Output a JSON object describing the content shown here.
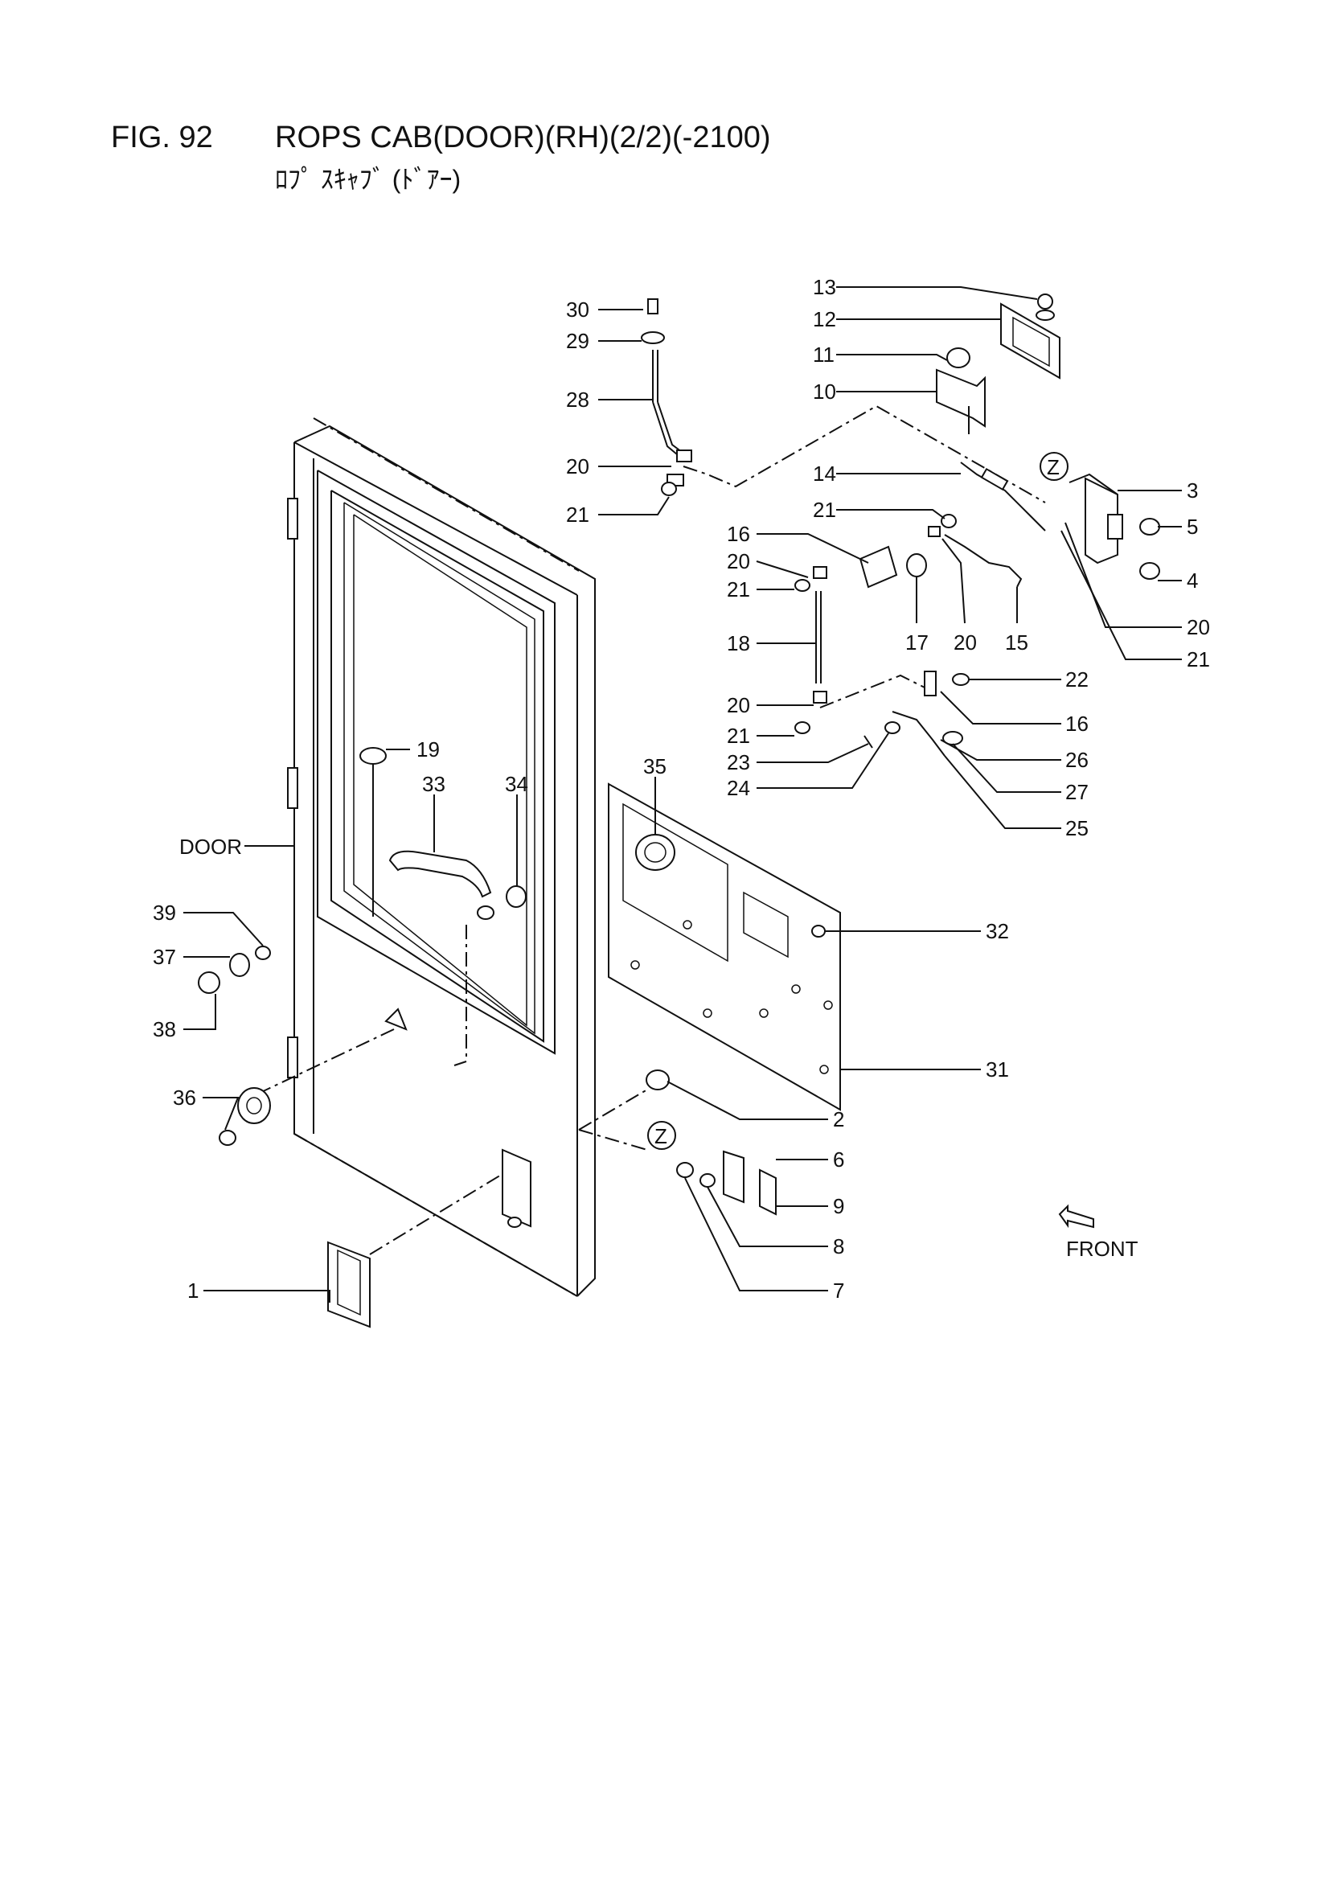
{
  "figure": {
    "number": "FIG. 92",
    "title": "ROPS CAB(DOOR)(RH)(2/2)(-2100)",
    "subtitle": "ﾛﾌﾟ ｽｷｬﾌﾞ (ﾄﾞｱｰ)"
  },
  "labels": {
    "door": "DOOR",
    "front": "FRONT",
    "view_z": "Z"
  },
  "callouts": [
    {
      "id": "c30",
      "text": "30"
    },
    {
      "id": "c29",
      "text": "29"
    },
    {
      "id": "c28",
      "text": "28"
    },
    {
      "id": "c20a",
      "text": "20"
    },
    {
      "id": "c21a",
      "text": "21"
    },
    {
      "id": "c13",
      "text": "13"
    },
    {
      "id": "c12",
      "text": "12"
    },
    {
      "id": "c11",
      "text": "11"
    },
    {
      "id": "c10",
      "text": "10"
    },
    {
      "id": "c14",
      "text": "14"
    },
    {
      "id": "c3",
      "text": "3"
    },
    {
      "id": "c5",
      "text": "5"
    },
    {
      "id": "c4",
      "text": "4"
    },
    {
      "id": "c21b",
      "text": "21"
    },
    {
      "id": "c16a",
      "text": "16"
    },
    {
      "id": "c20b",
      "text": "20"
    },
    {
      "id": "c21c",
      "text": "21"
    },
    {
      "id": "c17",
      "text": "17"
    },
    {
      "id": "c20c",
      "text": "20"
    },
    {
      "id": "c15",
      "text": "15"
    },
    {
      "id": "c20d",
      "text": "20"
    },
    {
      "id": "c21d",
      "text": "21"
    },
    {
      "id": "c18",
      "text": "18"
    },
    {
      "id": "c20e",
      "text": "20"
    },
    {
      "id": "c21e",
      "text": "21"
    },
    {
      "id": "c22",
      "text": "22"
    },
    {
      "id": "c16b",
      "text": "16"
    },
    {
      "id": "c23",
      "text": "23"
    },
    {
      "id": "c26",
      "text": "26"
    },
    {
      "id": "c24",
      "text": "24"
    },
    {
      "id": "c27",
      "text": "27"
    },
    {
      "id": "c25",
      "text": "25"
    },
    {
      "id": "c19",
      "text": "19"
    },
    {
      "id": "c33",
      "text": "33"
    },
    {
      "id": "c34",
      "text": "34"
    },
    {
      "id": "c35",
      "text": "35"
    },
    {
      "id": "c32",
      "text": "32"
    },
    {
      "id": "c39",
      "text": "39"
    },
    {
      "id": "c37",
      "text": "37"
    },
    {
      "id": "c38",
      "text": "38"
    },
    {
      "id": "c36",
      "text": "36"
    },
    {
      "id": "c31",
      "text": "31"
    },
    {
      "id": "c2",
      "text": "2"
    },
    {
      "id": "c6",
      "text": "6"
    },
    {
      "id": "c9",
      "text": "9"
    },
    {
      "id": "c8",
      "text": "8"
    },
    {
      "id": "c7",
      "text": "7"
    },
    {
      "id": "c1",
      "text": "1"
    }
  ]
}
